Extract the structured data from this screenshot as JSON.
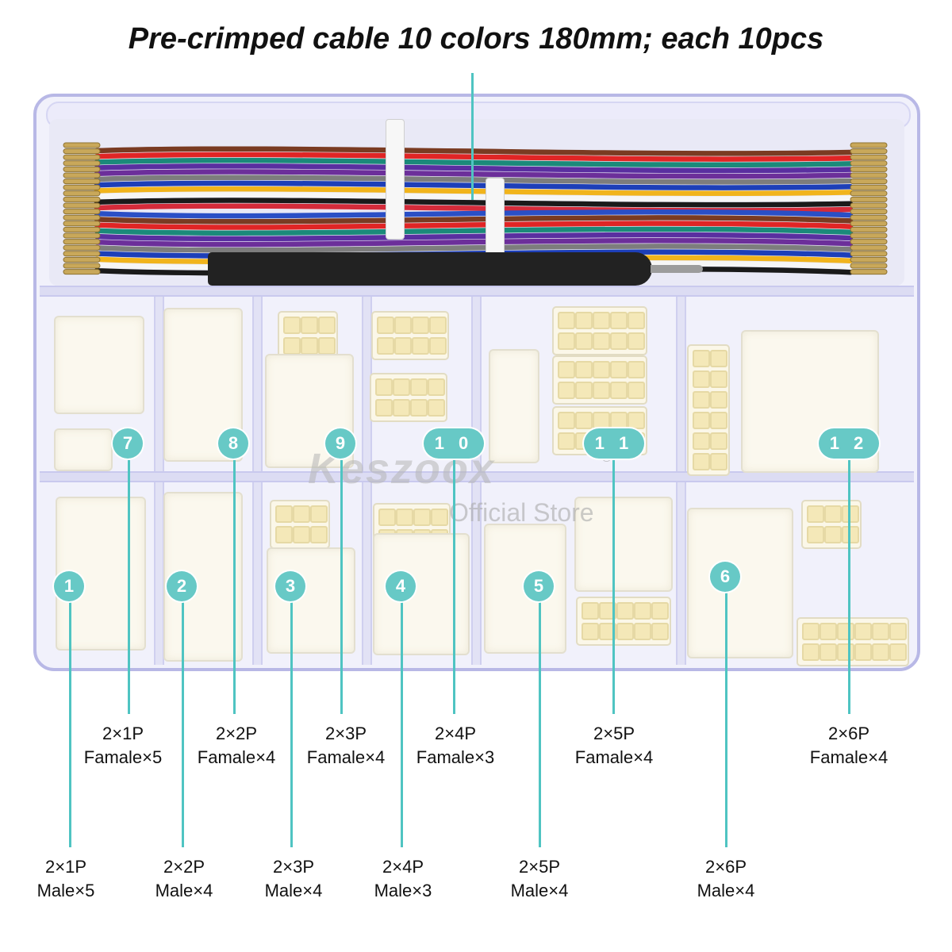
{
  "headline": "Pre-crimped cable 10 colors 180mm; each 10pcs",
  "watermark": {
    "brand": "Keszoox",
    "registered": "®",
    "subtitle": "Official Store"
  },
  "wire_colors": [
    "#7a3b22",
    "#e02525",
    "#1b8a7a",
    "#5a2fa0",
    "#6c2f9a",
    "#7d7d7d",
    "#1d3fb8",
    "#f1b41c",
    "#fafafa",
    "#1a1a1a",
    "#d42b3a",
    "#2a4fc6"
  ],
  "badges": [
    "7",
    "8",
    "9",
    "1 0",
    "1 1",
    "1 2",
    "1",
    "2",
    "3",
    "4",
    "5",
    "6"
  ],
  "female_labels": [
    {
      "size": "2×1P",
      "qty": "Famale×5"
    },
    {
      "size": "2×2P",
      "qty": "Famale×4"
    },
    {
      "size": "2×3P",
      "qty": "Famale×4"
    },
    {
      "size": "2×4P",
      "qty": "Famale×3"
    },
    {
      "size": "2×5P",
      "qty": "Famale×4"
    },
    {
      "size": "2×6P",
      "qty": "Famale×4"
    }
  ],
  "male_labels": [
    {
      "size": "2×1P",
      "qty": "Male×5"
    },
    {
      "size": "2×2P",
      "qty": "Male×4"
    },
    {
      "size": "2×3P",
      "qty": "Male×4"
    },
    {
      "size": "2×4P",
      "qty": "Male×3"
    },
    {
      "size": "2×5P",
      "qty": "Male×4"
    },
    {
      "size": "2×6P",
      "qty": "Male×4"
    }
  ]
}
